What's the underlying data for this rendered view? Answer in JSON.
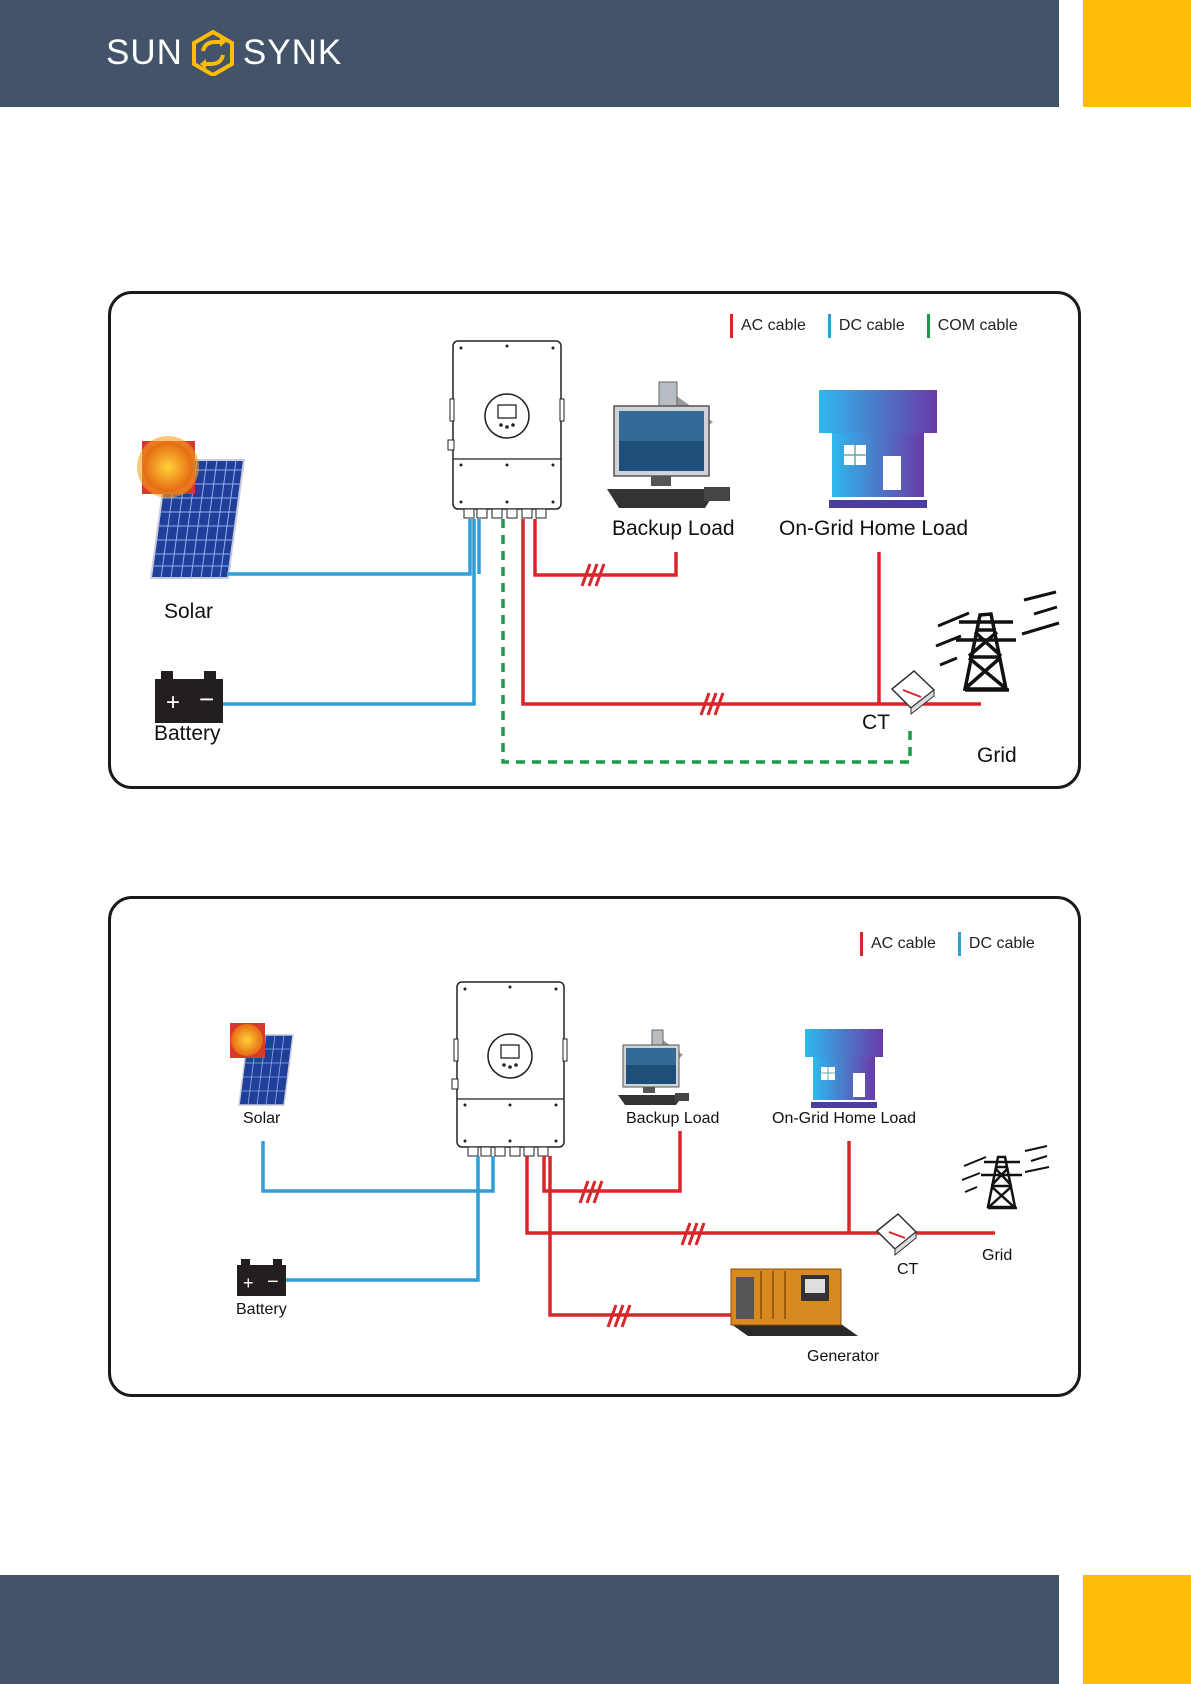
{
  "brand": {
    "left": "SUN",
    "right": "SYNK",
    "colors": {
      "bar": "#43536a",
      "accent": "#fcbc08"
    }
  },
  "legend_colors": {
    "ac": "#d9262b",
    "dc": "#2f9fd8",
    "com": "#1d9a47"
  },
  "diagram1": {
    "legend": {
      "ac": "AC cable",
      "dc": "DC cable",
      "com": "COM cable"
    },
    "labels": {
      "solar": "Solar",
      "battery": "Battery",
      "backup": "Backup Load",
      "home": "On-Grid Home Load",
      "ct": "CT",
      "grid": "Grid"
    }
  },
  "diagram2": {
    "legend": {
      "ac": "AC cable",
      "dc": "DC cable"
    },
    "labels": {
      "solar": "Solar",
      "battery": "Battery",
      "backup": "Backup Load",
      "home": "On-Grid Home Load",
      "ct": "CT",
      "grid": "Grid",
      "generator": "Generator"
    }
  }
}
